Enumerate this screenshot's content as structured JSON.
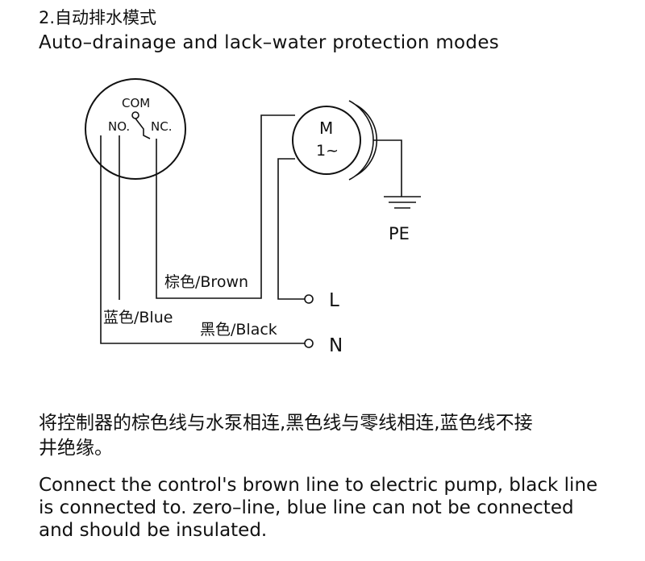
{
  "heading": {
    "cn": "2.自动排水模式",
    "en": "Auto–drainage and lack–water protection modes"
  },
  "switch": {
    "com": "COM",
    "no": "NO.",
    "nc": "NC."
  },
  "motor": {
    "line1": "M",
    "line2": "1~",
    "ground": "PE"
  },
  "wires": {
    "brown": "棕色/Brown",
    "blue": "蓝色/Blue",
    "black": "黑色/Black"
  },
  "terminals": {
    "l": "L",
    "n": "N"
  },
  "description": {
    "cn_line1": "将控制器的棕色线与水泵相连,黑色线与零线相连,蓝色线不接",
    "cn_line2": "井绝缘。",
    "en_line1": "Connect the control's brown line to electric pump, black line",
    "en_line2": "is connected to. zero–line, blue line can not be connected",
    "en_line3": "and should be insulated."
  }
}
